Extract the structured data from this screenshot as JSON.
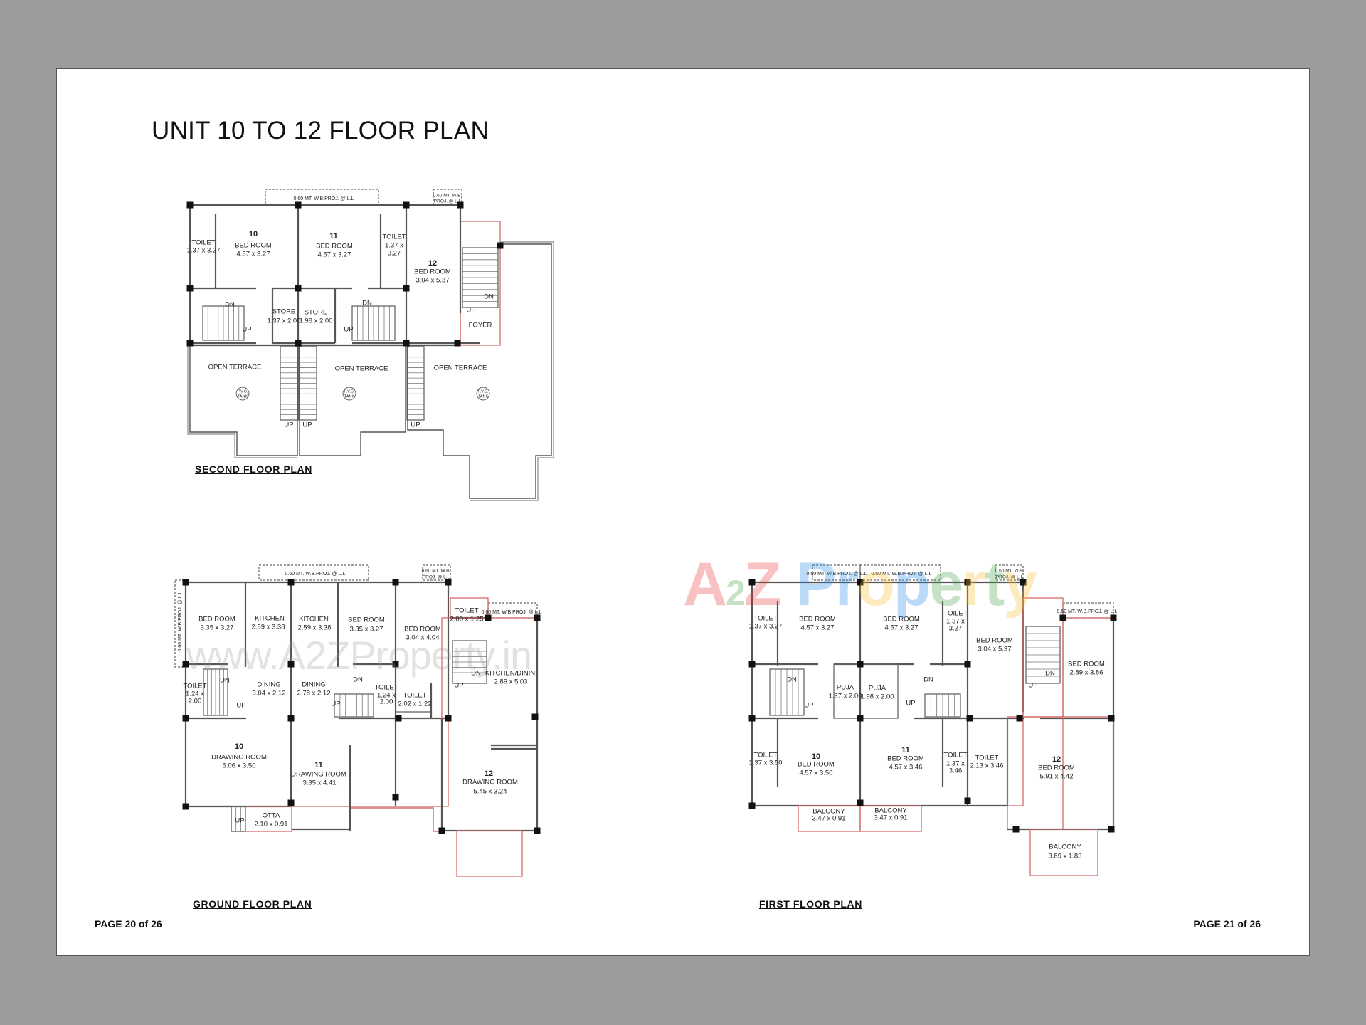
{
  "title": "UNIT 10 TO 12 FLOOR PLAN",
  "colors": {
    "background": "#9c9c9c",
    "unit_number": "#d0202a",
    "outer_wall": "#d46a6a",
    "wall": "#555555",
    "column": "#111111"
  },
  "second_floor": {
    "label": "SECOND FLOOR PLAN",
    "labels": [
      "0.60 MT. W.B.PROJ. @ L.L",
      "0.60 MT. W.B.",
      "PROJ. @ L.L",
      "TOILET",
      "1.37 x 3.27",
      "10",
      "BED ROOM",
      "4.57 x 3.27",
      "11",
      "BED ROOM",
      "4.57 x 3.27",
      "TOILET",
      "1.37 x",
      "3.27",
      "12",
      "BED ROOM",
      "3.04 x 5.37",
      "DN",
      "UP",
      "STORE",
      "1.37 x 2.00",
      "STORE",
      "1.98 x 2.00",
      "DN",
      "UP",
      "DN",
      "UP",
      "FOYER",
      "OPEN TERRACE",
      "OPEN TERRACE",
      "OPEN TERRACE",
      "UP",
      "UP",
      "UP",
      "P.V.C.",
      "TANK",
      "P.V.C.",
      "TANK",
      "P.V.C.",
      "TANK"
    ]
  },
  "ground_floor": {
    "label": "GROUND FLOOR PLAN",
    "labels": [
      "0.60 MT. W.B.PROJ. @ L.L",
      "0.60 MT. W.B.",
      "PROJ. @ L.L",
      "0.60 MT. W.B.PROJ. @ L.L",
      "BED ROOM",
      "3.35 x 3.27",
      "KITCHEN",
      "2.59 x 3.38",
      "KITCHEN",
      "2.59 x 3.38",
      "BED ROOM",
      "3.35 x 3.27",
      "BED ROOM",
      "3.04 x 4.04",
      "TOILET",
      "2.00 x 1.25",
      "0.60 MT. W.B.PROJ. @ L.L",
      "KITCHEN/DININ",
      "2.89 x 5.03",
      "DN",
      "UP",
      "TOILET",
      "1.24 x",
      "2.00",
      "DN",
      "UP",
      "DINING",
      "3.04 x 2.12",
      "DINING",
      "2.78 x 2.12",
      "DN",
      "UP",
      "TOILET",
      "1.24 x",
      "2.00",
      "TOILET",
      "2.02 x 1.22",
      "10",
      "DRAWING ROOM",
      "6.06 x 3.50",
      "11",
      "DRAWING ROOM",
      "3.35 x 4.41",
      "12",
      "DRAWING ROOM",
      "5.45 x 3.24",
      "OTTA",
      "2.10 x 0.91",
      "UP"
    ]
  },
  "first_floor": {
    "label": "FIRST FLOOR PLAN",
    "labels": [
      "0.60 MT. W.B.PROJ. @ L.L",
      "0.60 MT. W.B.PROJ. @ L.L",
      "0.60 MT. W.B.",
      "PROJ. @ L.L",
      "0.60 MT. W.B.PROJ. @ L.L",
      "TOILET",
      "1.37 x 3.27",
      "BED ROOM",
      "4.57 x 3.27",
      "BED ROOM",
      "4.57 x 3.27",
      "TOILET",
      "1.37 x",
      "3.27",
      "BED ROOM",
      "3.04 x 5.37",
      "BED ROOM",
      "2.89 x 3.86",
      "DN",
      "UP",
      "PUJA",
      "1.37 x 2.00",
      "PUJA",
      "1.98 x 2.00",
      "DN",
      "UP",
      "DN",
      "UP",
      "TOILET",
      "1.37 x 3.50",
      "10",
      "BED ROOM",
      "4.57 x 3.50",
      "11",
      "BED ROOM",
      "4.57 x 3.46",
      "TOILET",
      "1.37 x",
      "3.46",
      "TOILET",
      "2.13 x 3.46",
      "12",
      "BED ROOM",
      "5.91 x 4.42",
      "BALCONY",
      "3.47 x 0.91",
      "BALCONY",
      "3.47 x 0.91",
      "BALCONY",
      "3.89 x 1.83"
    ]
  },
  "red_labels": [
    "10",
    "11",
    "12"
  ],
  "watermark": {
    "url": "www.A2ZProperty.in",
    "logo": [
      "A",
      "2",
      "Z",
      " ",
      "P",
      "r",
      "o",
      "p",
      "e",
      "r",
      "t",
      "y"
    ],
    "logo_colors": [
      "#e53935",
      "#43a047",
      "#e53935",
      "#fff",
      "#1e88e5",
      "#1e88e5",
      "#fbc02d",
      "#1e88e5",
      "#43a047",
      "#fbc02d",
      "#43a047",
      "#fbc02d"
    ]
  },
  "footer": {
    "left_page": "PAGE 20 of 26",
    "right_page": "PAGE 21 of 26"
  }
}
